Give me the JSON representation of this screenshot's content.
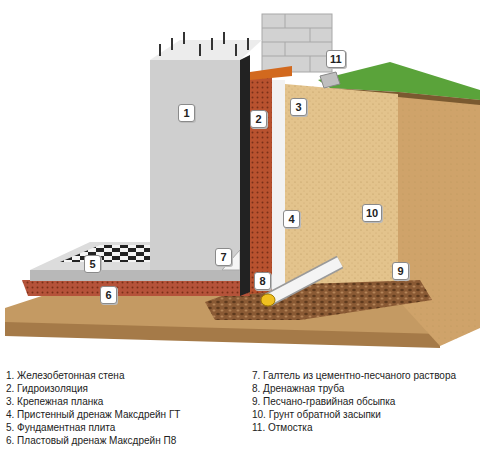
{
  "diagram": {
    "labels": [
      "1",
      "2",
      "3",
      "4",
      "5",
      "6",
      "7",
      "8",
      "9",
      "10",
      "11",
      "1. Железобетонная стена",
      "2. Гидроизоляция",
      "3. Крепежная планка",
      "4. Пристенный дренаж Максдрейн ГТ",
      "5. Фундаментная плита",
      "6. Пластовый дренаж Максдрейн П8",
      "7. Галтель из цементно-песчаного раствора",
      "8. Дренажная труба",
      "9. Песчано-гравийная обсыпка",
      "10. Грунт обратной засыпки",
      "11. Отмостка"
    ]
  }
}
